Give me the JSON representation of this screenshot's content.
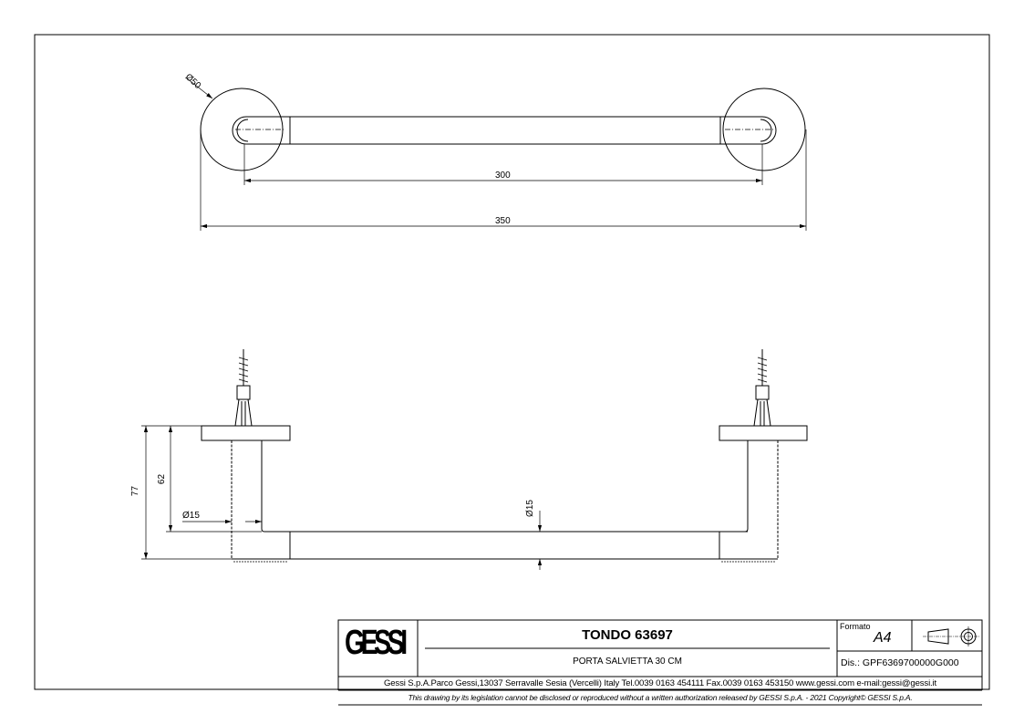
{
  "drawing": {
    "top_view": {
      "dim_diameter": "Ø50",
      "dim_centers": "300",
      "dim_overall": "350"
    },
    "front_view": {
      "dim_total_height": "77",
      "dim_axis_height": "62",
      "dim_post_diameter": "Ø15",
      "dim_bar_diameter": "Ø15"
    }
  },
  "title_block": {
    "logo": "GESSI",
    "title": "TONDO 63697",
    "subtitle": "PORTA SALVIETTA 30 CM",
    "format_label": "Formato",
    "format_value": "A4",
    "drawing_number": "Dis.: GPF6369700000G000",
    "address": "Gessi S.p.A.Parco Gessi,13037 Serravalle Sesia (Vercelli) Italy Tel.0039 0163 454111 Fax.0039 0163 453150 www.gessi.com e-mail:gessi@gessi.it",
    "disclaimer": "This drawing by its legislation cannot be disclosed or reproduced without a written authorization released by GESSI S.p.A. - 2021 Copyright© GESSI S.p.A."
  }
}
